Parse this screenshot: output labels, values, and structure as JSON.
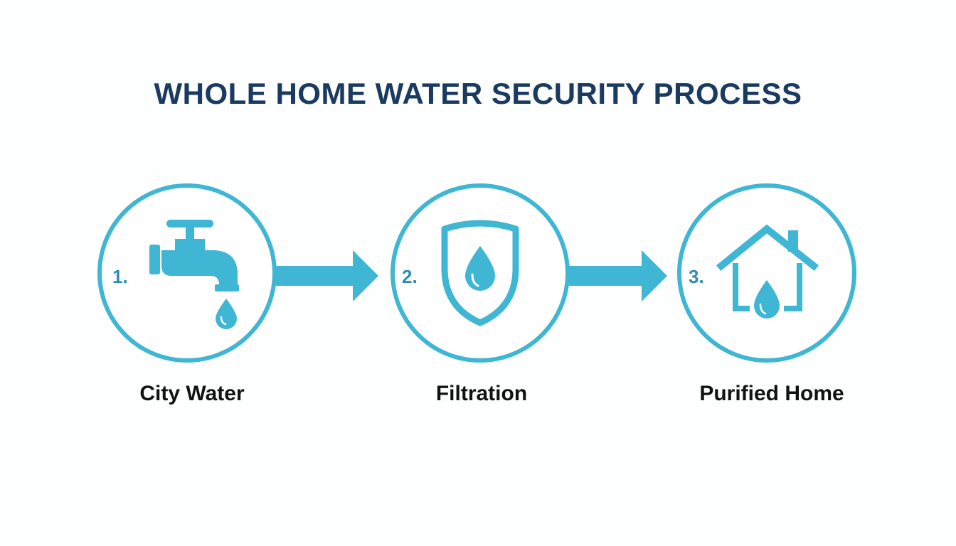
{
  "title": "WHOLE HOME WATER SECURITY PROCESS",
  "colors": {
    "accent": "#3fb6d3",
    "title": "#1b3a5f",
    "number": "#2a8fb4",
    "label": "#121212"
  },
  "steps": [
    {
      "number": "1.",
      "label": "City Water",
      "icon": "faucet-icon"
    },
    {
      "number": "2.",
      "label": "Filtration",
      "icon": "shield-drop-icon"
    },
    {
      "number": "3.",
      "label": "Purified Home",
      "icon": "house-drop-icon"
    }
  ],
  "connectors": [
    "arrow-right-icon",
    "arrow-right-icon"
  ]
}
